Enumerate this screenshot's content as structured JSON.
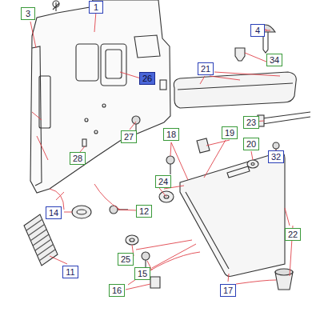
{
  "diagram": {
    "labels": [
      "3",
      "1",
      "4",
      "26",
      "21",
      "34",
      "23",
      "18",
      "19",
      "20",
      "32",
      "27",
      "28",
      "24",
      "12",
      "14",
      "11",
      "25",
      "15",
      "16",
      "22",
      "17"
    ]
  }
}
